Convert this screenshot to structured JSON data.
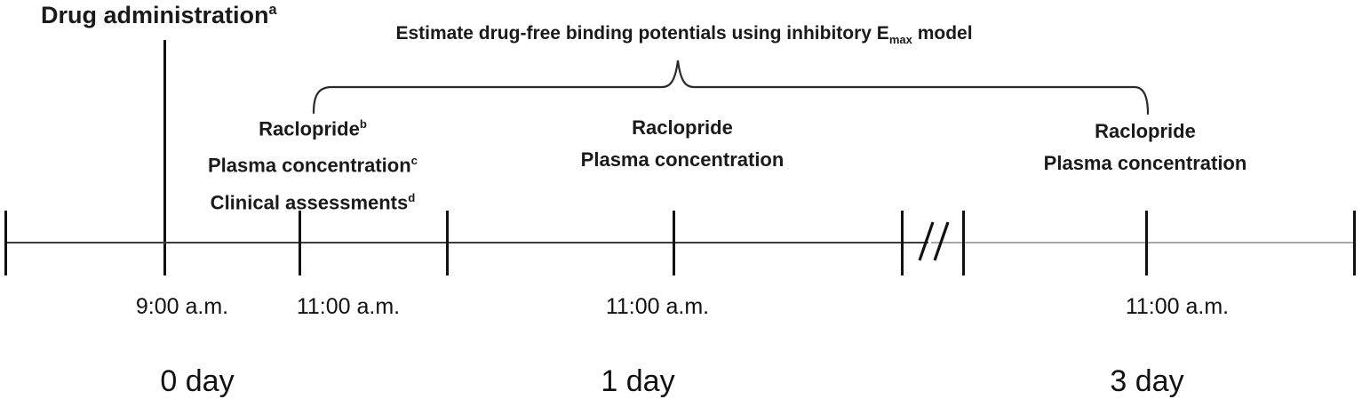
{
  "figure_title": {
    "drug_admin_label": "Drug administration",
    "drug_admin_sup": "a",
    "brace_title_pre": "Estimate drug-free binding potentials using inhibitory E",
    "brace_title_sub": "max",
    "brace_title_post": " model"
  },
  "event_groups": [
    {
      "day": "0 day",
      "lines": [
        {
          "text": "Raclopride",
          "sup": "b"
        },
        {
          "text": "Plasma concentration",
          "sup": "c"
        },
        {
          "text": "Clinical assessments",
          "sup": "d"
        }
      ]
    },
    {
      "day": "1 day",
      "lines": [
        {
          "text": "Raclopride",
          "sup": ""
        },
        {
          "text": "Plasma concentration",
          "sup": ""
        }
      ]
    },
    {
      "day": "3 day",
      "lines": [
        {
          "text": "Raclopride",
          "sup": ""
        },
        {
          "text": "Plasma concentration",
          "sup": ""
        }
      ]
    }
  ],
  "timeline": {
    "time_labels": [
      "9:00 a.m.",
      "11:00 a.m.",
      "11:00 a.m.",
      "11:00 a.m."
    ],
    "day_labels": [
      "0 day",
      "1 day",
      "3 day"
    ],
    "break_symbol": "//"
  },
  "colors": {
    "background": "#ffffff",
    "text": "#1a1a1a",
    "axis_dark": "#3c3c3c",
    "axis_light": "#a8a8a8",
    "tick": "#111111"
  }
}
